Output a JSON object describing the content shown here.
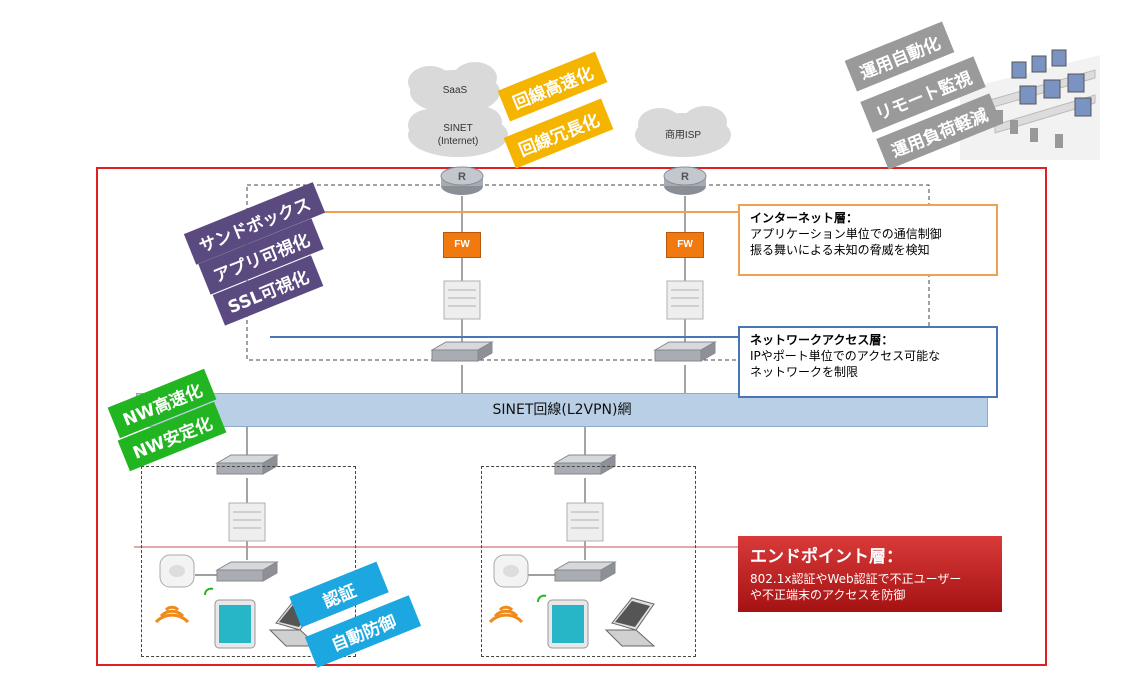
{
  "clouds": {
    "saas": "SaaS",
    "sinet_line1": "SINET",
    "sinet_line2": "(Internet)",
    "isp": "商用ISP"
  },
  "tags": {
    "line_speed": "回線高速化",
    "line_redundancy": "回線冗長化",
    "sandbox": "サンドボックス",
    "app_visibility": "アプリ可視化",
    "ssl_visibility": "SSL可視化",
    "nw_speed": "NW高速化",
    "nw_stability": "NW安定化",
    "auth": "認証",
    "auto_defense": "自動防御",
    "ops_automation": "運用自動化",
    "remote_monitoring": "リモート監視",
    "ops_load_reduction": "運用負荷軽減"
  },
  "devices": {
    "router_label": "R",
    "fw_label": "FW"
  },
  "backbone": "SINET回線(L2VPN)網",
  "layers": {
    "internet": {
      "title": "インターネット層：",
      "line1": "アプリケーション単位での通信制御",
      "line2": "振る舞いによる未知の脅威を検知"
    },
    "access": {
      "title": "ネットワークアクセス層：",
      "line1": "IPやポート単位でのアクセス可能な",
      "line2": "ネットワークを制限"
    },
    "endpoint": {
      "title": "エンドポイント層：",
      "line1": "802.1x認証やWeb認証で不正ユーザー",
      "line2": "や不正端末のアクセスを防御"
    }
  },
  "colors": {
    "perimeter": "#e02020",
    "internet_layer": "#f0a050",
    "access_layer": "#4a76b8",
    "endpoint_layer": "#c92222"
  }
}
